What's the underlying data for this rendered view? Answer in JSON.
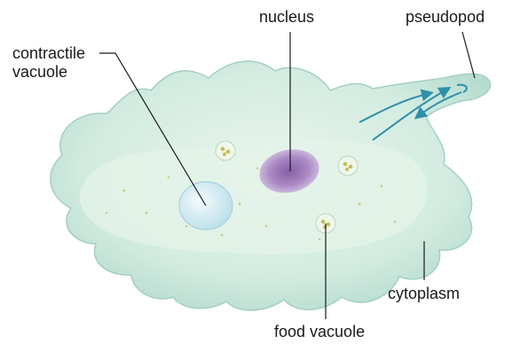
{
  "labels": {
    "contractile_vacuole": "contractile\nvacuole",
    "nucleus": "nucleus",
    "pseudopod": "pseudopod",
    "cytoplasm": "cytoplasm",
    "food_vacuole": "food vacuole"
  },
  "colors": {
    "body_fill": "#cfeade",
    "body_edge": "#9ec9bd",
    "inner_fill": "#e6f4ea",
    "nucleus": "#9b6fb5",
    "contractile_vacuole": "#d8eef5",
    "food_vacuole": "#c9c26a",
    "arrow": "#2f8faa",
    "leader_line": "#1a1a1a"
  }
}
